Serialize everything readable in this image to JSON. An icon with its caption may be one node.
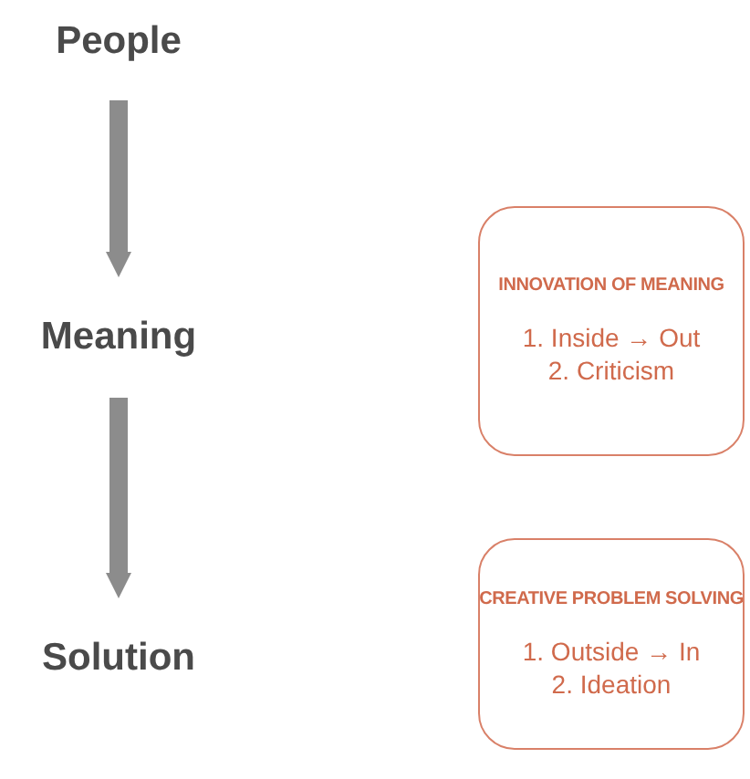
{
  "diagram": {
    "nodes": [
      {
        "text": [
          "People"
        ]
      },
      {
        "text": [
          "Meaning"
        ]
      },
      {
        "text": [
          "INNOVATION OF MEANING",
          "1. Inside → Out",
          "2. Criticism"
        ]
      },
      {
        "text": [
          "Solution"
        ]
      },
      {
        "text": [
          "CREATIVE PROBLEM SOLVING",
          "1. Outside → In",
          "2. Ideation"
        ]
      }
    ],
    "edges": [
      {
        "from": 0,
        "to": 1,
        "arrow": "to"
      },
      {
        "from": 1,
        "to": 3,
        "arrow": "to"
      }
    ]
  }
}
